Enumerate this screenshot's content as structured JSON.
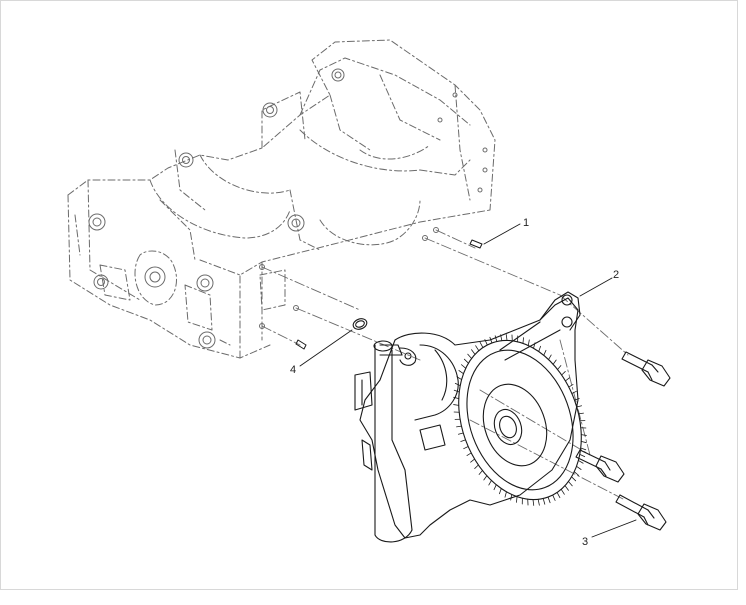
{
  "diagram": {
    "callouts": [
      {
        "id": "1",
        "label": "1"
      },
      {
        "id": "2",
        "label": "2"
      },
      {
        "id": "3",
        "label": "3"
      },
      {
        "id": "4",
        "label": "4"
      }
    ],
    "colors": {
      "line": "#1a1a1a",
      "phantom": "#6b6b6b",
      "background": "#ffffff",
      "frame": "#d8d8d8"
    }
  }
}
